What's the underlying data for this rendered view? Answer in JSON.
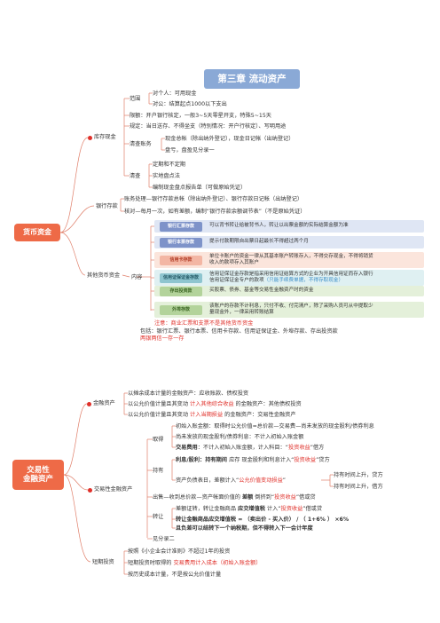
{
  "title": "第三章 流动资产",
  "colors": {
    "root": "#ee6a47",
    "line": "#e07f6a",
    "red": "#e0302a",
    "orange": "#ee7d2a",
    "title_bg": "#8aa9d6"
  },
  "root_a": "货币资金",
  "root_b": [
    "交易性",
    "金融资产"
  ],
  "kucun": {
    "label": "库存现金",
    "fanwei": "范围",
    "fanwei_items": [
      "对个人：可用现金",
      "对公：结算起点1000以下支出"
    ],
    "xian_e": "限额：开户银行核定，一般3~5天零星开支，特殊5~15天",
    "guiding": "规定：当日送存、不得坐支（特别情况：开户行核定）、写明用途",
    "qingcha_zhang": "清查账务",
    "qingcha_zhang_items": [
      "现金总帐（除出纳外登记），现金日记帐（出纳登记）",
      "盘亏，盘盈见分录一"
    ],
    "qingcha": "清查",
    "qingcha_items": [
      "定期和不定期",
      "实地盘点法",
      "编制现金盘点报告单（可做原始凭证）"
    ]
  },
  "yinhang": {
    "label": "银行存款",
    "items": [
      "账务处理—银行存款总帐（除出纳外登记）、银行存款日记帐（出纳登记）",
      "核对—每月一次，如有差额，编制“银行存款余额调节表”（不是原始凭证）"
    ]
  },
  "qita": {
    "label": "其他货币资金",
    "neirong": "内容",
    "rows": [
      {
        "tag": "银行汇票存款",
        "tag_bg": "#7e93c9",
        "tag_fg": "#ffffff",
        "bg": "#dfe6f4",
        "text": [
          "可以背书转让给被背书人，转让以出票金额的实际结算金额为准"
        ]
      },
      {
        "tag": "银行本票存款",
        "tag_bg": "#7e93c9",
        "tag_fg": "#ffffff",
        "bg": "#dfe6f4",
        "text": [
          "提示付款期限自出票日起最长不得超过两个月"
        ]
      },
      {
        "tag": "信用卡存款",
        "tag_bg": "#f3b6a4",
        "tag_fg": "#b13b25",
        "bg": "#fbe5dc",
        "text": [
          "单位卡账户的资金一律从其基本账户转账存入，不得交存现金，不得将销货",
          "收入的款项存入其账户"
        ]
      },
      {
        "tag": "信用证保证金存款",
        "tag_bg": "#8ec5cf",
        "tag_fg": "#245a66",
        "bg": "#dff0f2",
        "text": [
          "信用证保证金存款是指采用信用证结算方式的企业为开具信用证而存入银行",
          "信用证保证金专户的款项"
        ],
        "highlight": "（只能手续费单据，不得存取现金）"
      },
      {
        "tag": "存出投资款",
        "tag_bg": "#b3d39b",
        "tag_fg": "#3c6623",
        "bg": "#e4f0da",
        "text": [
          "买股票、债券、基金等交易性金融资产时的资金"
        ]
      },
      {
        "tag": "外埠存款",
        "tag_bg": "#b3d39b",
        "tag_fg": "#3c6623",
        "bg": "#e4f0da",
        "text": [
          "该账户的存款不计利息，只付不收、付完清户，除了采购人员可从中提取少",
          "量现金外，一律采用转账结算"
        ]
      }
    ],
    "zhuyi": "注意：商业汇票和支票不是其他货币资金",
    "baokuo": "包括：银行汇票、银行本票、信用卡存款、信用证保证金、外埠存款、存出投资款",
    "mnemonic": "两银两信一存一存"
  },
  "jinrong": {
    "label": "金融资产",
    "items": [
      [
        "以摊余成本计量的金融资产：应收账款、债权投资"
      ],
      [
        "以公允价值计量且其变动 ",
        "计入其他综合收益",
        " 的金融资产：其他债权投资"
      ],
      [
        "以公允价值计量且其变动 ",
        "计入当期损益",
        " 的金融资产：交易性金融资产"
      ]
    ]
  },
  "jiaoyi": {
    "label": "交易性金融资产",
    "qude": "取得",
    "qude_items": [
      "初始入账金额：取得时公允价值=总价款—交易费—尚未发放的现金股利/债券利息",
      "尚未发放的现金股利/债券利息：不计入初始入账金额",
      [
        "交易费用",
        "：不计入初始入账金额，计入科目：“",
        "投资收益",
        "”借方"
      ]
    ],
    "chiyou": "持有",
    "chiyou_items": [
      [
        "利息/股利：持有期间 ",
        "应存",
        " 现金股利和利息计入“",
        "投资收益",
        "”贷方"
      ],
      [
        "资产负债表日，差额计入“",
        "公允价值变动损益",
        "”"
      ]
    ],
    "chiyou_sub": [
      "持有时间上升，贷方",
      "持有时间上升，借方"
    ],
    "chushou": [
      "出售—收到总价款—资产帐面价值的 ",
      "差额",
      " 倒挤到“",
      "投资收益",
      "”借或贷"
    ],
    "zhuanrang": "转让",
    "zhuanrang_items": [
      [
        "差额证转，转让金融商品 ",
        "应交增值税",
        " 计入“",
        "投资收益",
        "”借或贷"
      ],
      [
        "转让金融商品应交增值税 = （卖出价 - 买入价） / （ 1+6% ） ×6%"
      ],
      [
        "且负差可以结转下一个纳税期，但不得转入下一会计年度"
      ]
    ],
    "fenlu": "见分录二"
  },
  "duanqi": {
    "label": "短期投资",
    "items": [
      [
        "按照《小企业会计准则》不超过1年的投资"
      ],
      [
        "短期投资时取得的 ",
        "交易费用计入成本（初始入账金额）"
      ],
      [
        "按历史成本计量，不是按公允价值计量"
      ]
    ]
  }
}
